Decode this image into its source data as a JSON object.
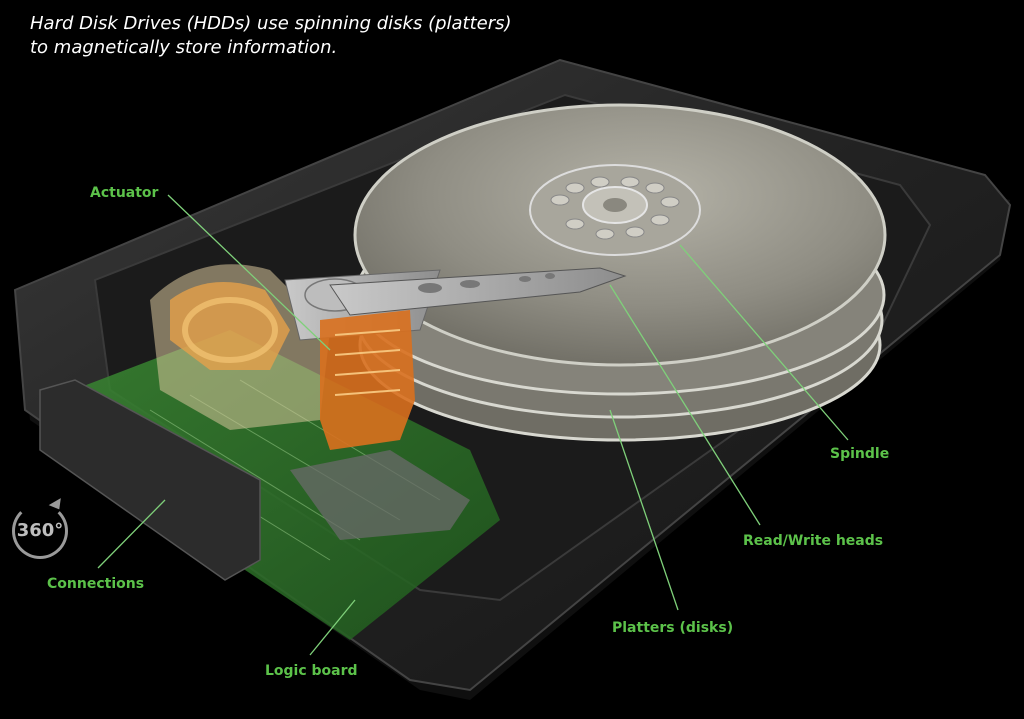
{
  "intro": {
    "line1": "Hard Disk Drives (HDDs) use spinning disks (platters)",
    "line2": "to magnetically store information."
  },
  "labels": {
    "actuator": "Actuator",
    "spindle": "Spindle",
    "read_write_heads": "Read/Write heads",
    "platters": "Platters (disks)",
    "connections": "Connections",
    "logic_board": "Logic board"
  },
  "rotate_control": {
    "label": "360°",
    "icon": "rotate-360-icon"
  },
  "colors": {
    "background": "#000000",
    "label_green": "#5cc24a",
    "leader_line": "#7fd07a",
    "platter": "#9b9a90",
    "casing": "#2a2a2a",
    "flex_cable": "#d9701e",
    "logic_board": "#2f7a2a"
  }
}
